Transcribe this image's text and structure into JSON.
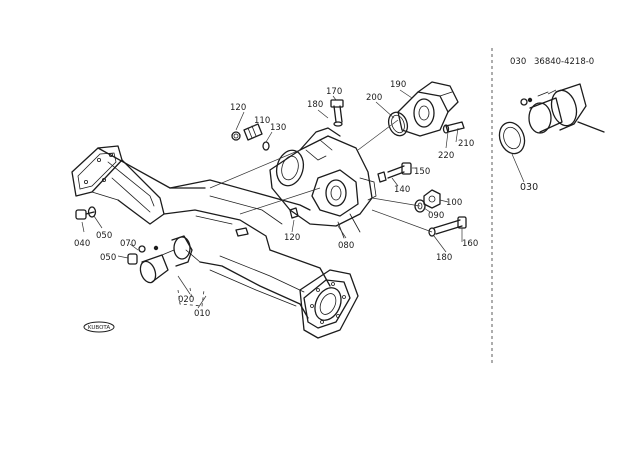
{
  "header": {
    "ref_code": "030",
    "part_number": "36840-4218-0"
  },
  "callouts": {
    "c010": "010",
    "c020": "020",
    "c040": "040",
    "c050a": "050",
    "c050b": "050",
    "c070": "070",
    "c080": "080",
    "c090": "090",
    "c100": "100",
    "c110": "110",
    "c120a": "120",
    "c120b": "120",
    "c130": "130",
    "c140": "140",
    "c150": "150",
    "c160": "160",
    "c170": "170",
    "c180a": "180",
    "c180b": "180",
    "c190": "190",
    "c200": "200",
    "c210": "210",
    "c220": "220"
  },
  "inset": {
    "callout": "030"
  },
  "stamp_text": "KUBOTA"
}
